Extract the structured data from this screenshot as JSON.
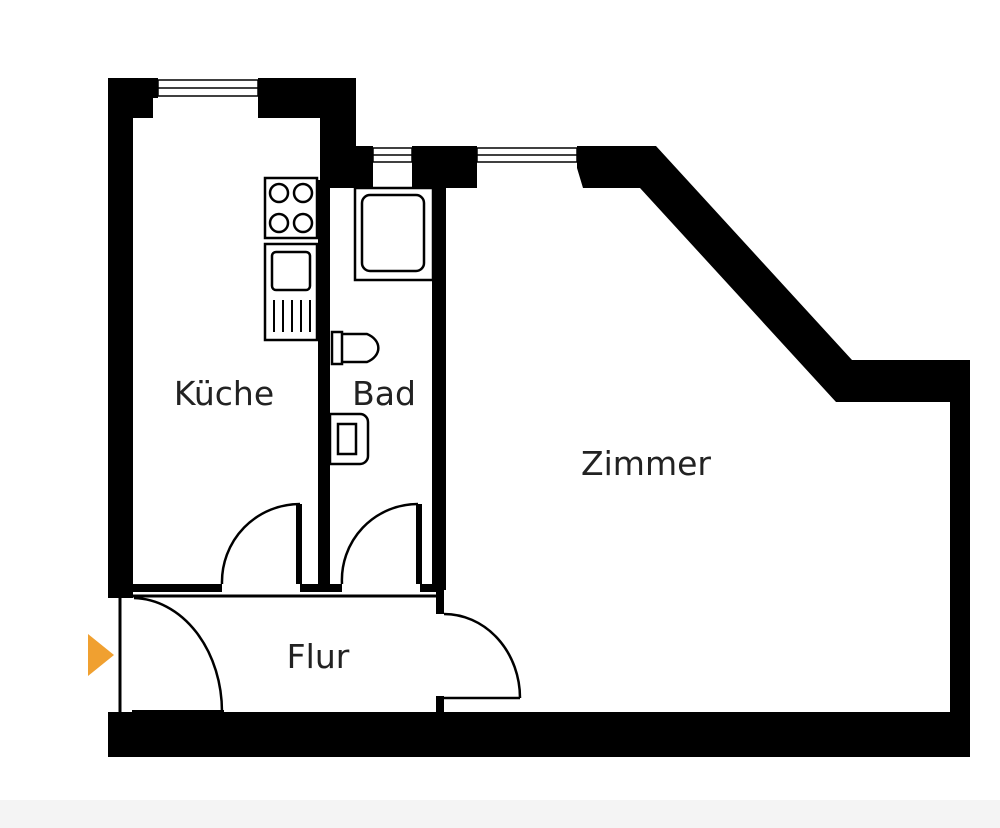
{
  "floorplan": {
    "rooms": {
      "kueche": "Küche",
      "bad": "Bad",
      "zimmer": "Zimmer",
      "flur": "Flur"
    },
    "entrance_marker_color": "#F0A030",
    "wall_color": "#000000",
    "background_color": "#ffffff"
  }
}
